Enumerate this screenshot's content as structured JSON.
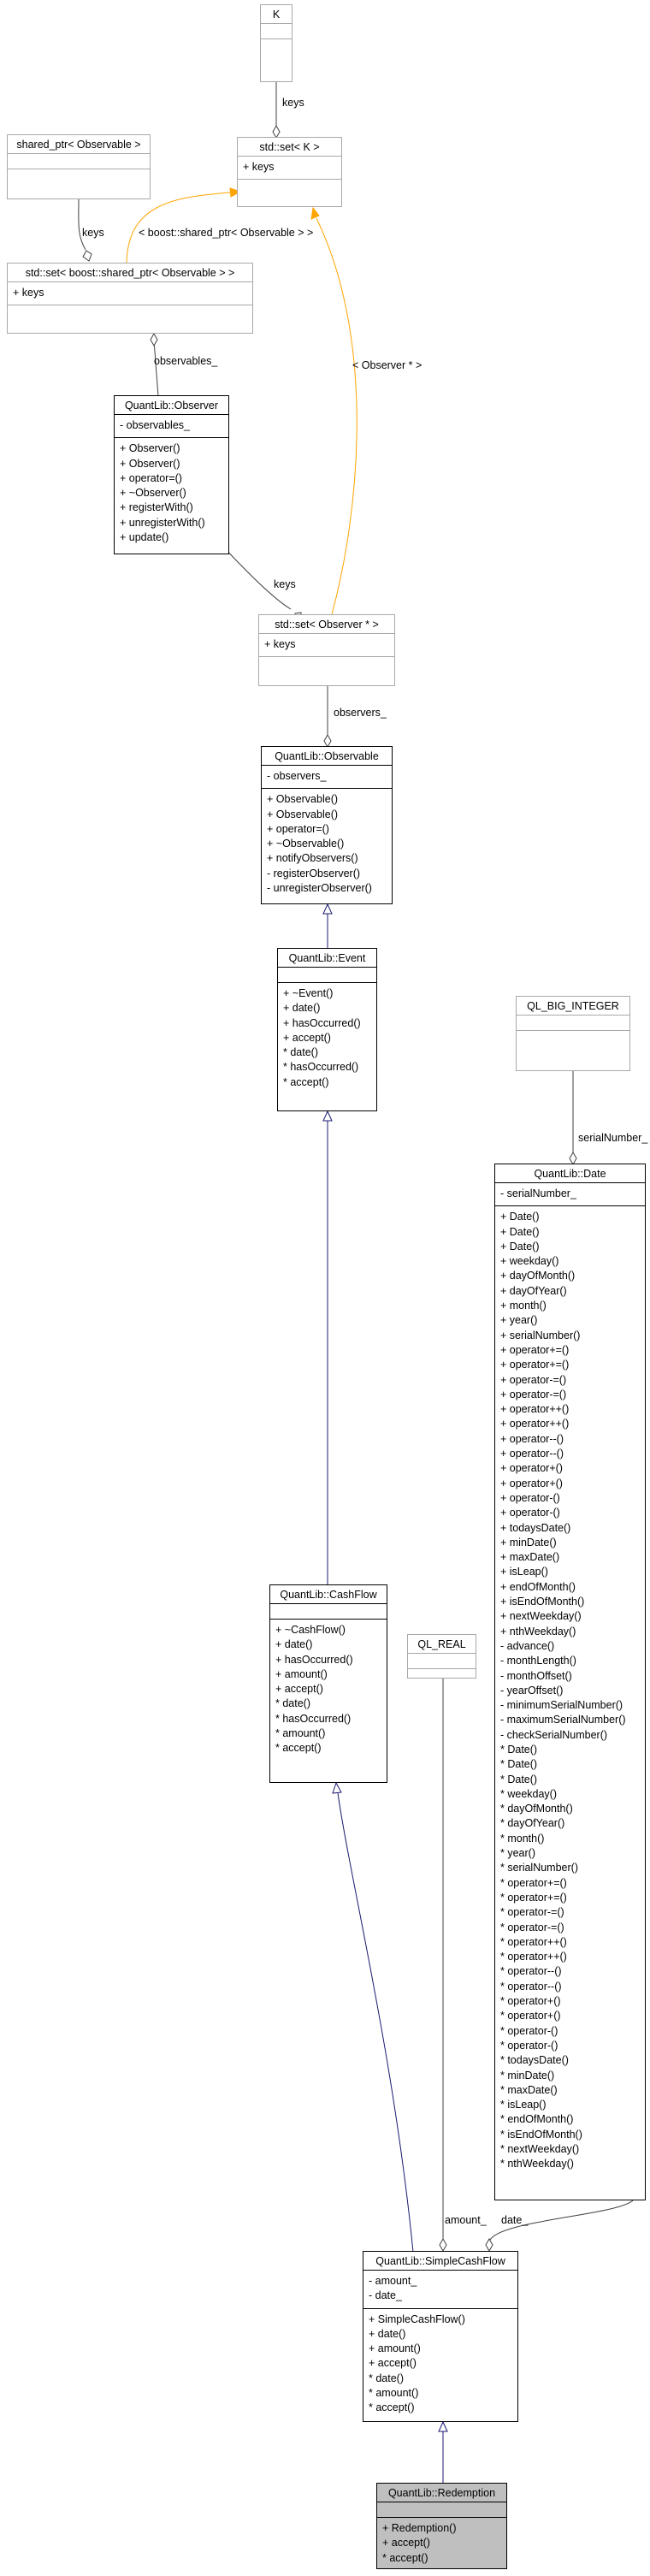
{
  "nodes": {
    "k": {
      "title": "K",
      "attrs": [],
      "methods": []
    },
    "set_k": {
      "title": "std::set< K >",
      "attrs": [
        "+ keys"
      ],
      "methods": []
    },
    "shared_ptr": {
      "title": "shared_ptr< Observable >",
      "attrs": [],
      "methods": []
    },
    "set_shared": {
      "title": "std::set< boost::shared_ptr< Observable > >",
      "attrs": [
        "+ keys"
      ],
      "methods": []
    },
    "observer": {
      "title": "QuantLib::Observer",
      "attrs": [
        "- observables_"
      ],
      "methods": [
        "+ Observer()",
        "+ Observer()",
        "+ operator=()",
        "+ ~Observer()",
        "+ registerWith()",
        "+ unregisterWith()",
        "+ update()"
      ]
    },
    "set_observer": {
      "title": "std::set< Observer * >",
      "attrs": [
        "+ keys"
      ],
      "methods": []
    },
    "observable": {
      "title": "QuantLib::Observable",
      "attrs": [
        "- observers_"
      ],
      "methods": [
        "+ Observable()",
        "+ Observable()",
        "+ operator=()",
        "+ ~Observable()",
        "+ notifyObservers()",
        "- registerObserver()",
        "- unregisterObserver()"
      ]
    },
    "event": {
      "title": "QuantLib::Event",
      "attrs": [],
      "methods": [
        "+ ~Event()",
        "+ date()",
        "+ hasOccurred()",
        "+ accept()",
        "* date()",
        "* hasOccurred()",
        "* accept()"
      ]
    },
    "ql_big_integer": {
      "title": "QL_BIG_INTEGER",
      "attrs": [],
      "methods": []
    },
    "date": {
      "title": "QuantLib::Date",
      "attrs": [
        "- serialNumber_"
      ],
      "methods": [
        "+ Date()",
        "+ Date()",
        "+ Date()",
        "+ weekday()",
        "+ dayOfMonth()",
        "+ dayOfYear()",
        "+ month()",
        "+ year()",
        "+ serialNumber()",
        "+ operator+=()",
        "+ operator+=()",
        "+ operator-=()",
        "+ operator-=()",
        "+ operator++()",
        "+ operator++()",
        "+ operator--()",
        "+ operator--()",
        "+ operator+()",
        "+ operator+()",
        "+ operator-()",
        "+ operator-()",
        "+ todaysDate()",
        "+ minDate()",
        "+ maxDate()",
        "+ isLeap()",
        "+ endOfMonth()",
        "+ isEndOfMonth()",
        "+ nextWeekday()",
        "+ nthWeekday()",
        "- advance()",
        "- monthLength()",
        "- monthOffset()",
        "- yearOffset()",
        "- minimumSerialNumber()",
        "- maximumSerialNumber()",
        "- checkSerialNumber()",
        "* Date()",
        "* Date()",
        "* Date()",
        "* weekday()",
        "* dayOfMonth()",
        "* dayOfYear()",
        "* month()",
        "* year()",
        "* serialNumber()",
        "* operator+=()",
        "* operator+=()",
        "* operator-=()",
        "* operator-=()",
        "* operator++()",
        "* operator++()",
        "* operator--()",
        "* operator--()",
        "* operator+()",
        "* operator+()",
        "* operator-()",
        "* operator-()",
        "* todaysDate()",
        "* minDate()",
        "* maxDate()",
        "* isLeap()",
        "* endOfMonth()",
        "* isEndOfMonth()",
        "* nextWeekday()",
        "* nthWeekday()"
      ]
    },
    "cashflow": {
      "title": "QuantLib::CashFlow",
      "attrs": [],
      "methods": [
        "+ ~CashFlow()",
        "+ date()",
        "+ hasOccurred()",
        "+ amount()",
        "+ accept()",
        "* date()",
        "* hasOccurred()",
        "* amount()",
        "* accept()"
      ]
    },
    "ql_real": {
      "title": "QL_REAL",
      "attrs": [],
      "methods": []
    },
    "simplecashflow": {
      "title": "QuantLib::SimpleCashFlow",
      "attrs": [
        "- amount_",
        "- date_"
      ],
      "methods": [
        "+ SimpleCashFlow()",
        "+ date()",
        "+ amount()",
        "+ accept()",
        "* date()",
        "* amount()",
        "* accept()"
      ]
    },
    "redemption": {
      "title": "QuantLib::Redemption",
      "attrs": [],
      "methods": [
        "+ Redemption()",
        "+ accept()",
        "* accept()"
      ]
    }
  },
  "edge_labels": {
    "keys_k": "keys",
    "keys_shared": "keys",
    "shared_to_set": "< boost::shared_ptr< Observable > >",
    "observer_to_set": "< Observer * >",
    "observables": "observables_",
    "keys_observer": "keys",
    "observers": "observers_",
    "serial_number": "serialNumber_",
    "amount": "amount_",
    "date": "date_"
  },
  "colors": {
    "inheritance": "#191970",
    "template": "#ffa500",
    "composition": "#404040",
    "highlight": "#bfbfbf"
  }
}
